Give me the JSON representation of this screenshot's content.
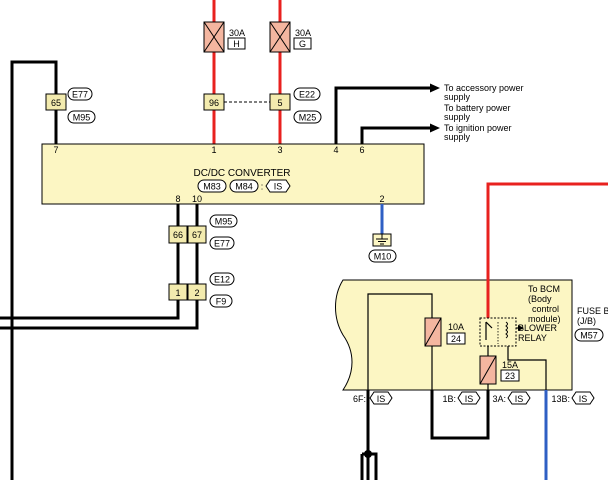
{
  "colors": {
    "background": "#ffffff",
    "wire_black": "#000000",
    "wire_red": "#e8211f",
    "wire_blue": "#2f5fc4",
    "block_fill": "#fcf6c3",
    "connector_fill": "#f3ebae",
    "fuse_fill": "#f4b6a0",
    "line": "#000000"
  },
  "fuses_top": [
    {
      "amp": "30A",
      "letter": "H"
    },
    {
      "amp": "30A",
      "letter": "G"
    }
  ],
  "connectors": {
    "e77_top": "E77",
    "m95_top": "M95",
    "e22": "E22",
    "m25": "M25",
    "m95_low": "M95",
    "e77_low": "E77",
    "e12": "E12",
    "f9": "F9",
    "m10": "M10",
    "m57": "M57"
  },
  "pins_upper": {
    "p65": "65",
    "p96": "96",
    "p5": "5"
  },
  "pins_lower": {
    "p66": "66",
    "p67": "67",
    "p1": "1",
    "p2": "2"
  },
  "converter": {
    "name": "DC/DC CONVERTER",
    "conn1": "M83",
    "conn2": "M84",
    "colon": ":",
    "is_tag": "IS",
    "pin_labels": {
      "p7": "7",
      "p1": "1",
      "p3": "3",
      "p4": "4",
      "p6": "6",
      "p8": "8",
      "p10": "10",
      "p2": "2"
    }
  },
  "outputs": {
    "accessory": [
      "To accessory power",
      "supply"
    ],
    "battery": [
      "To battery power",
      "supply"
    ],
    "ignition": [
      "To ignition power",
      "supply"
    ]
  },
  "fuse_block": {
    "title_line1": "FUSE B",
    "title_line2": "(J/B)",
    "bcm": [
      "To BCM",
      "(Body",
      "control",
      "module)"
    ],
    "relay": [
      "BLOWER",
      "RELAY"
    ],
    "fuse_10a": {
      "amp": "10A",
      "num": "24"
    },
    "fuse_15a": {
      "amp": "15A",
      "num": "23"
    },
    "terminals": [
      {
        "label": "6F",
        "tag": "IS"
      },
      {
        "label": "1B",
        "tag": "IS"
      },
      {
        "label": "3A",
        "tag": "IS"
      },
      {
        "label": "13B",
        "tag": "IS"
      }
    ],
    "terminal_colon": ":"
  }
}
